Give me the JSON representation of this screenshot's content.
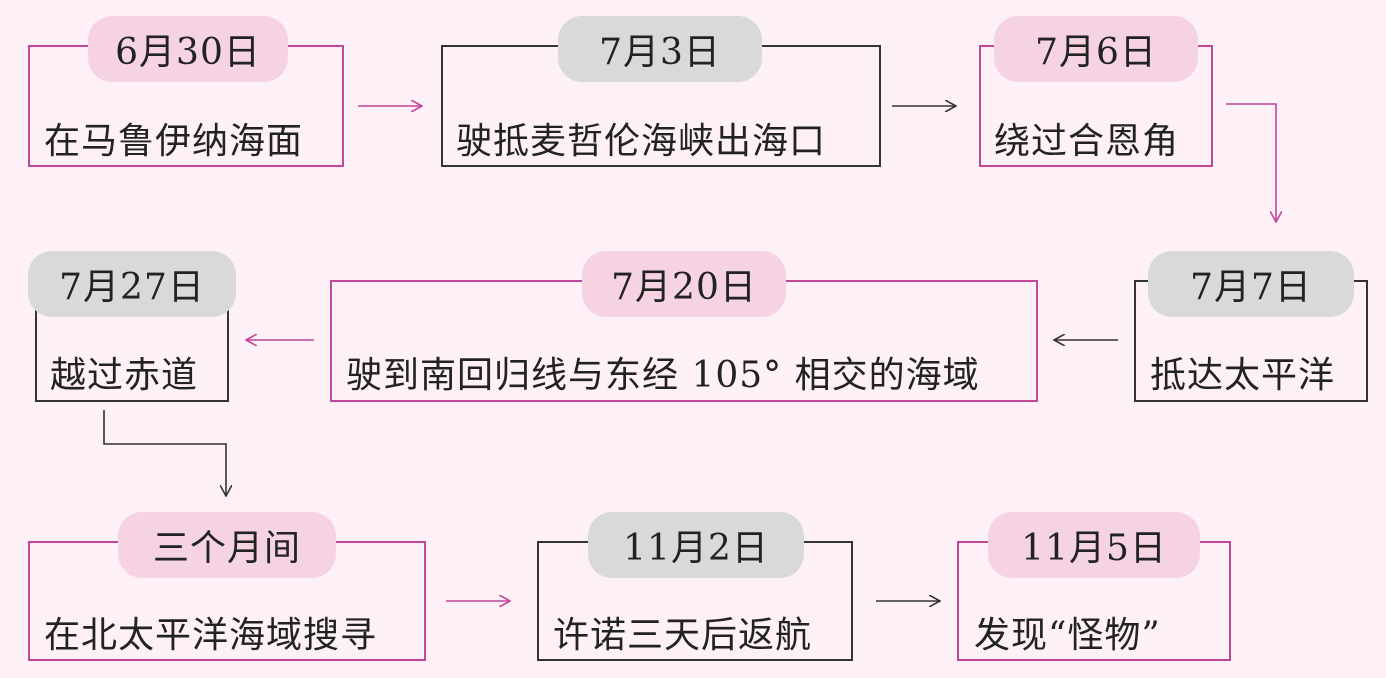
{
  "events": [
    {
      "date": "6月30日",
      "text": "在马鲁伊纳海面"
    },
    {
      "date": "7月3日",
      "text": "驶抵麦哲伦海峡出海口"
    },
    {
      "date": "7月6日",
      "text": "绕过合恩角"
    },
    {
      "date": "7月7日",
      "text": "抵达太平洋"
    },
    {
      "date": "7月20日",
      "text": "驶到南回归线与东经 105° 相交的海域"
    },
    {
      "date": "7月27日",
      "text": "越过赤道"
    },
    {
      "date": "三个月间",
      "text": "在北太平洋海域搜寻"
    },
    {
      "date": "11月2日",
      "text": "许诺三天后返航"
    },
    {
      "date": "11月5日",
      "text": "发现“怪物”"
    }
  ],
  "colors": {
    "background": "#fdf0f7",
    "pink_pill": "#f6d3e3",
    "gray_pill": "#d9d9d9",
    "pink_line": "#c0479a",
    "dark_line": "#333333"
  }
}
